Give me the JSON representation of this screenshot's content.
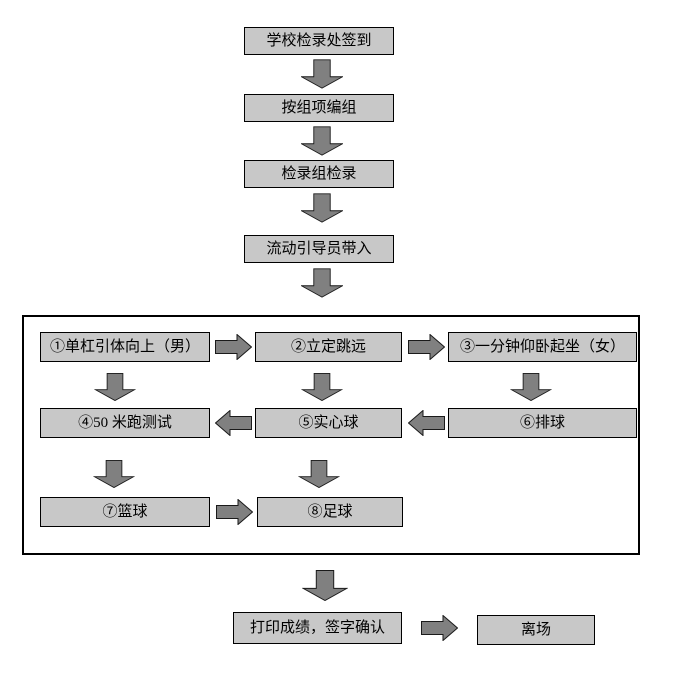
{
  "colors": {
    "node_fill": "#c8c8c8",
    "arrow_fill": "#808080",
    "border": "#000000",
    "background": "#ffffff"
  },
  "flow": {
    "top": [
      {
        "label": "学校检录处签到"
      },
      {
        "label": "按组项编组"
      },
      {
        "label": "检录组检录"
      },
      {
        "label": "流动引导员带入"
      }
    ],
    "stations": [
      {
        "label": "①单杠引体向上（男）"
      },
      {
        "label": "②立定跳远"
      },
      {
        "label": "③一分钟仰卧起坐（女）"
      },
      {
        "label": "④50 米跑测试"
      },
      {
        "label": "⑤实心球"
      },
      {
        "label": "⑥排球"
      },
      {
        "label": "⑦篮球"
      },
      {
        "label": "⑧足球"
      }
    ],
    "finish": [
      {
        "label": "打印成绩，签字确认"
      },
      {
        "label": "离场"
      }
    ]
  }
}
